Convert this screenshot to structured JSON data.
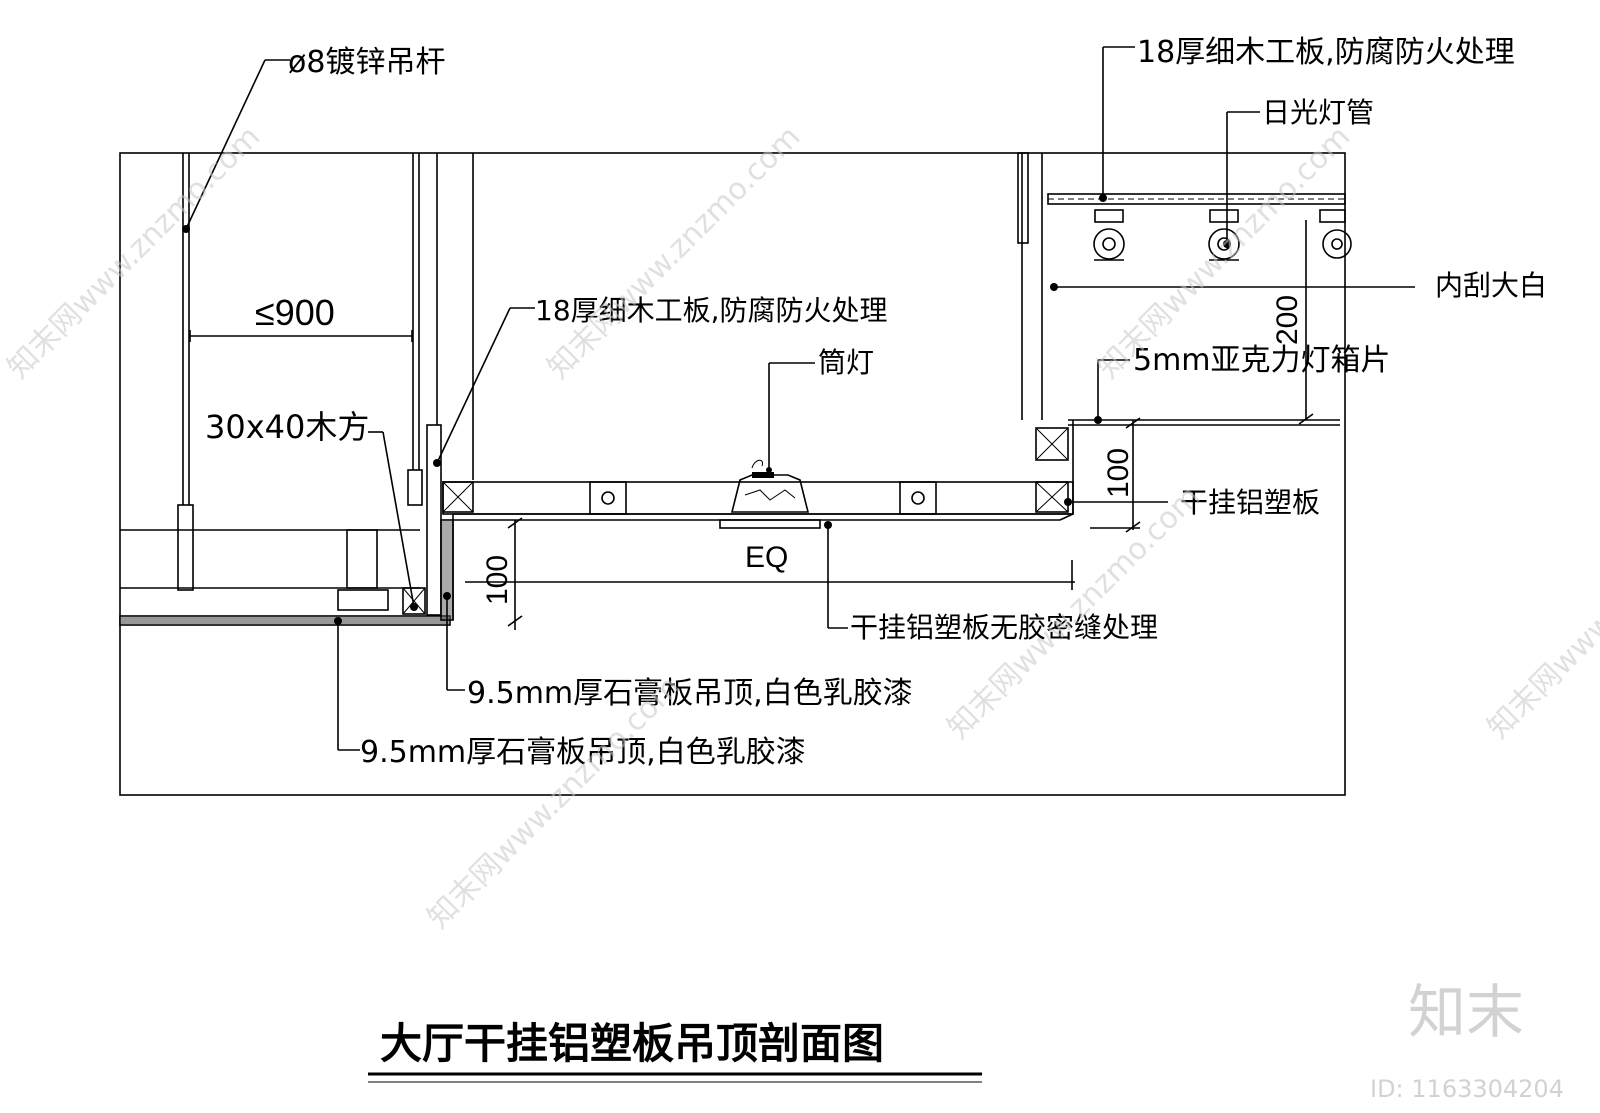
{
  "title": "大厅干挂铝塑板吊顶剖面图",
  "labels": {
    "rod": "ø8镀锌吊杆",
    "spacing": "≤900",
    "wood_stud": "30x40木方",
    "board_left": "18厚细木工板,防腐防火处理",
    "downlight": "筒灯",
    "eq": "EQ",
    "dim_100_left": "100",
    "gypsum_1": "9.5mm厚石膏板吊顶,白色乳胶漆",
    "gypsum_2": "9.5mm厚石膏板吊顶,白色乳胶漆",
    "seam": "干挂铝塑板无胶密缝处理",
    "board_right": "18厚细木工板,防腐防火处理",
    "fluorescent": "日光灯管",
    "putty": "内刮大白",
    "acrylic": "5mm亚克力灯箱片",
    "dim_200": "200",
    "dim_100_right": "100",
    "aluminum": "干挂铝塑板"
  },
  "watermark": {
    "text": "知末网www.znzmo.com",
    "logo": "知末",
    "id": "ID: 1163304204"
  }
}
